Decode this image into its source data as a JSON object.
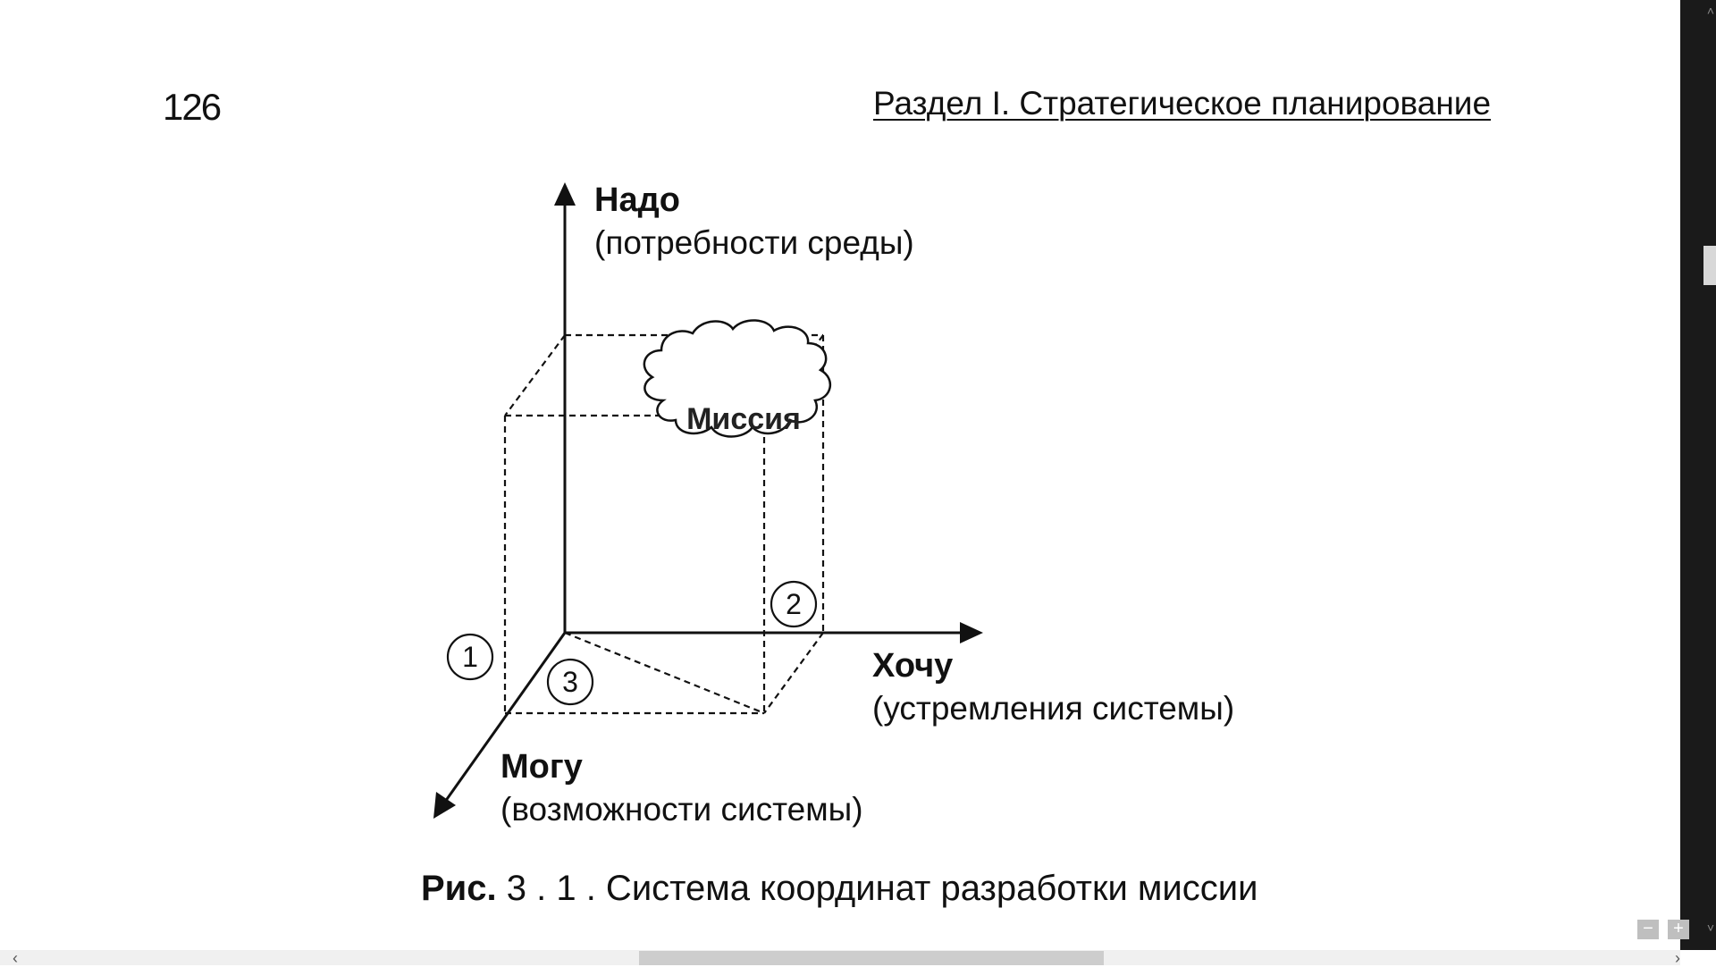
{
  "header": {
    "page_number": "126",
    "running_title": "Раздел I. Стратегическое планирование"
  },
  "figure": {
    "axis_vertical": {
      "title": "Надо",
      "subtitle": "(потребности среды)"
    },
    "axis_horizontal": {
      "title": "Хочу",
      "subtitle": "(устремления системы)"
    },
    "axis_depth": {
      "title": "Могу",
      "subtitle": "(возможности системы)"
    },
    "cloud_label": "Миссия",
    "markers": [
      "1",
      "2",
      "3"
    ],
    "caption_bold": "Рис.",
    "caption_text": " 3 . 1 . Система координат разработки миссии"
  },
  "controls": {
    "zoom_out": "−",
    "zoom_in": "+",
    "scroll_up": "˄",
    "scroll_down": "˅",
    "scroll_left": "‹",
    "scroll_right": "›"
  }
}
